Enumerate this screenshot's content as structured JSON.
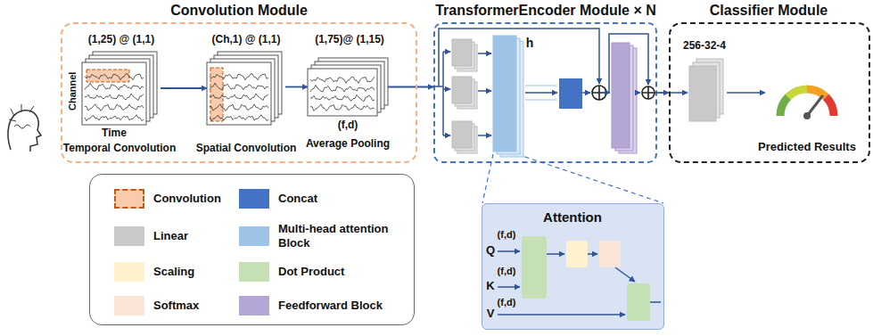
{
  "diagram": {
    "nodes": [
      {
        "text": [
          "Convolution Module"
        ]
      },
      {
        "text": [
          "(1,25) @ (1,1)",
          "Time",
          "Temporal Convolution"
        ],
        "in": 0
      },
      {
        "text": [
          "(Ch,1) @ (1,1)",
          "Spatial Convolution"
        ],
        "in": 0
      },
      {
        "text": [
          "(1,75)@ (1,15)",
          "(f,d)",
          "Average Pooling"
        ],
        "in": 0
      },
      {
        "text": [
          "TransformerEncoder Module × N"
        ]
      },
      {
        "text": [
          "Classifier Module",
          "256-32-4"
        ]
      },
      {
        "text": [
          "Attention"
        ]
      }
    ],
    "edges": [
      {
        "from": 1,
        "to": 2,
        "arrow": "to"
      },
      {
        "from": 2,
        "to": 3,
        "arrow": "to"
      },
      {
        "from": 3,
        "to": 4,
        "arrow": "to"
      },
      {
        "from": 4,
        "to": 5,
        "arrow": "to"
      }
    ],
    "labels": [
      "Channel",
      "h",
      "Q",
      "(f,d)",
      "K",
      "(f,d)",
      "V",
      "(f,d)",
      "Predicted Results"
    ],
    "legend": [
      {
        "text": "Convolution",
        "color": "#f8cbad"
      },
      {
        "text": "Concat",
        "color": "#4472c4"
      },
      {
        "text": "Linear",
        "color": "#c9c9c9"
      },
      {
        "text": "Multi-head attention Block",
        "color": "#9dc3e6"
      },
      {
        "text": "Scaling",
        "color": "#fff2cc"
      },
      {
        "text": "Dot Product",
        "color": "#c5e0b4"
      },
      {
        "text": "Softmax",
        "color": "#fbe5d6"
      },
      {
        "text": "Feedforward Block",
        "color": "#b4a7d6"
      }
    ]
  }
}
